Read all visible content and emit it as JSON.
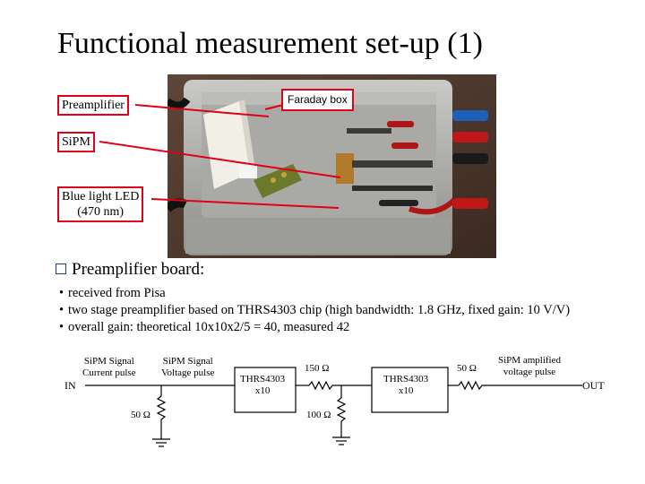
{
  "title": "Functional measurement set-up (1)",
  "callouts": {
    "preamplifier": "Preamplifier",
    "faraday_box": "Faraday box",
    "sipm": "SiPM",
    "led_line1": "Blue light LED",
    "led_line2": "(470 nm)"
  },
  "section": {
    "heading": "Preamplifier board:",
    "items": [
      "received from Pisa",
      "two stage preamplifier based on THRS4303 chip (high bandwidth: 1.8 GHz, fixed gain: 10 V/V)",
      "overall gain: theoretical 10x10x2/5 = 40, measured 42"
    ]
  },
  "schematic": {
    "in": "IN",
    "out": "OUT",
    "current_pulse_l1": "SiPM Signal",
    "current_pulse_l2": "Current pulse",
    "voltage_pulse_l1": "SiPM Signal",
    "voltage_pulse_l2": "Voltage pulse",
    "amp1_l1": "THRS4303",
    "amp1_l2": "x10",
    "amp2_l1": "THRS4303",
    "amp2_l2": "x10",
    "r_shunt": "50 Ω",
    "r_series": "150 Ω",
    "r_div": "100 Ω",
    "r_out": "50 Ω",
    "amplified_l1": "SiPM amplified",
    "amplified_l2": "voltage pulse"
  },
  "colors": {
    "callout_border": "#e0001a",
    "bullet_box": "#1f3a8a"
  }
}
